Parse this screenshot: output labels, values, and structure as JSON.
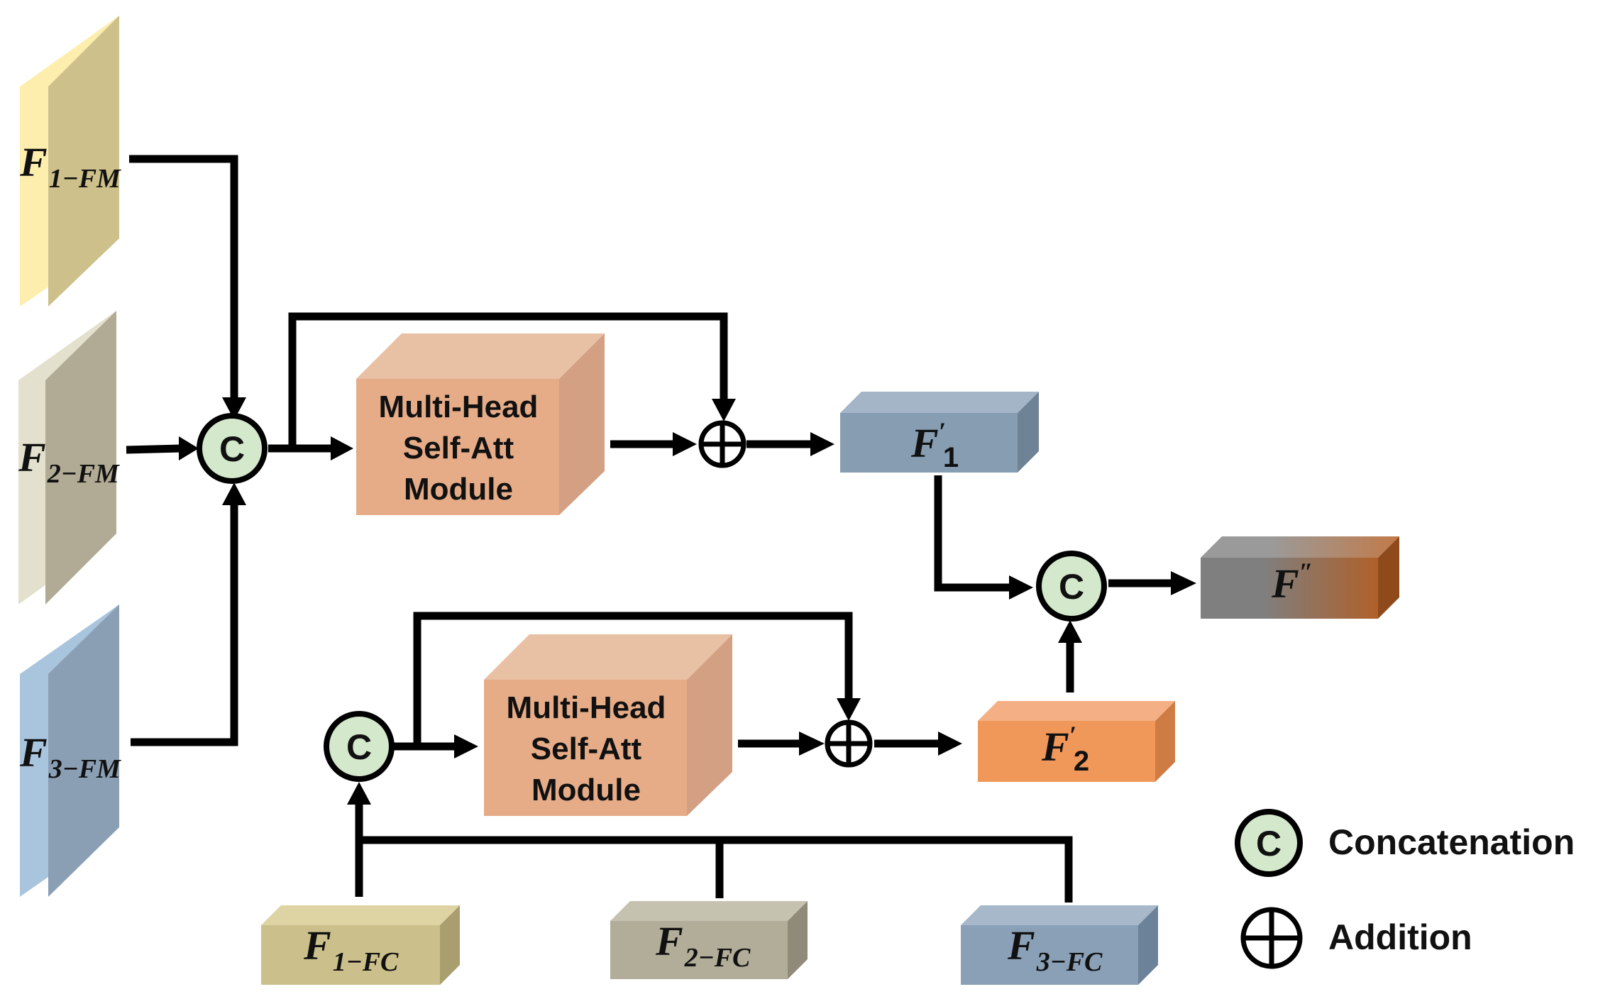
{
  "concat_symbol": "C",
  "input_fm": [
    {
      "base": "F",
      "sub": "1−FM",
      "color_front": "#cdc08a",
      "color_side": "#fdeeae"
    },
    {
      "base": "F",
      "sub": "2−FM",
      "color_front": "#b1ab95",
      "color_side": "#e3e0cd"
    },
    {
      "base": "F",
      "sub": "3−FM",
      "color_front": "#8b9fb4",
      "color_side": "#a9c4dd"
    }
  ],
  "input_fc": [
    {
      "base": "F",
      "sub": "1−FC",
      "color": "#cbc08b"
    },
    {
      "base": "F",
      "sub": "2−FC",
      "color": "#b1ad99"
    },
    {
      "base": "F",
      "sub": "3−FC",
      "color": "#8aa0b6"
    }
  ],
  "attention_modules": [
    {
      "lines": [
        "Multi-Head",
        "Self-Att",
        "Module"
      ]
    },
    {
      "lines": [
        "Multi-Head",
        "Self-Att",
        "Module"
      ]
    }
  ],
  "outputs": {
    "f1": {
      "base": "F",
      "prime": "′",
      "sub": "1",
      "color": "#879db1"
    },
    "f2": {
      "base": "F",
      "prime": "′",
      "sub": "2",
      "color": "#f0975a"
    },
    "final": {
      "base": "F",
      "prime": "″",
      "color_left": "#7f7f7f",
      "color_right": "#b0602a"
    }
  },
  "legend": {
    "concatenation": "Concatenation",
    "addition": "Addition"
  },
  "colors": {
    "concat_fill": "#d4e8cc",
    "module_front": "#e6ac88",
    "module_top": "#e8c0a4",
    "module_side": "#d3a083"
  }
}
